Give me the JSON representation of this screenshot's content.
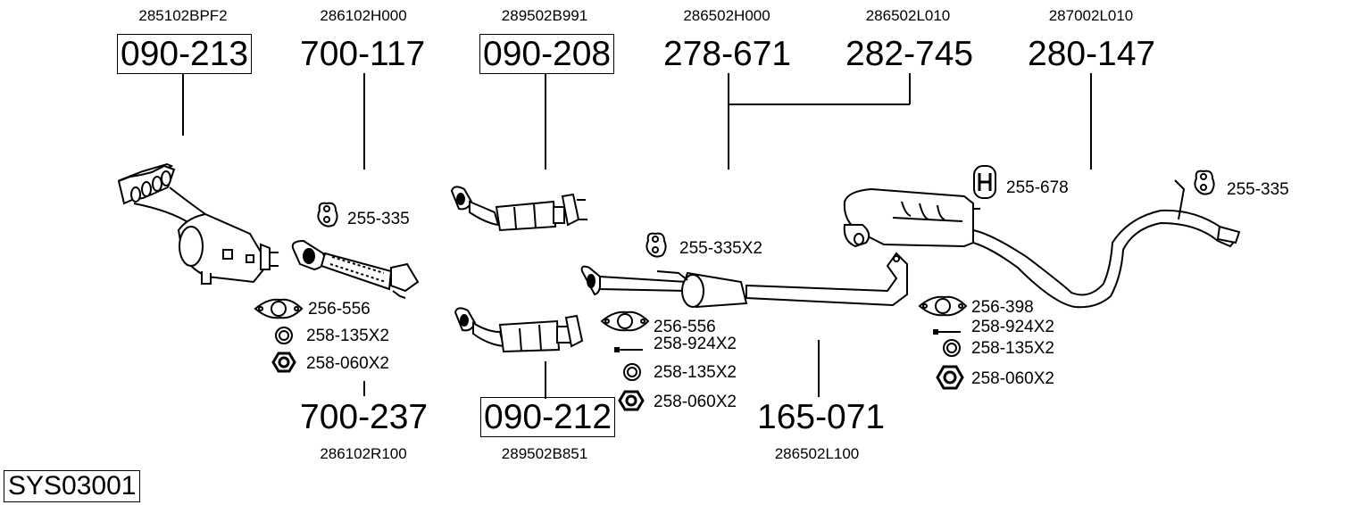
{
  "diagram": {
    "system_code": "SYS03001",
    "top_parts": [
      {
        "oem": "285102BPF2",
        "part": "090-213",
        "boxed": true
      },
      {
        "oem": "286102H000",
        "part": "700-117",
        "boxed": false
      },
      {
        "oem": "289502B991",
        "part": "090-208",
        "boxed": true
      },
      {
        "oem": "286502H000",
        "part": "278-671",
        "boxed": false
      },
      {
        "oem": "286502L010",
        "part": "282-745",
        "boxed": false
      },
      {
        "oem": "287002L010",
        "part": "280-147",
        "boxed": false
      }
    ],
    "bottom_parts": [
      {
        "oem": "286102R100",
        "part": "700-237",
        "boxed": false
      },
      {
        "oem": "289502B851",
        "part": "090-212",
        "boxed": true
      },
      {
        "oem": "286502L100",
        "part": "165-071",
        "boxed": false
      }
    ],
    "accessories": {
      "group_front_pipe": [
        {
          "icon": "rubber-hanger-icon",
          "label": "255-335"
        },
        {
          "icon": "flange-gasket-icon",
          "label": "256-556"
        },
        {
          "icon": "sealing-ring-icon",
          "label": "258-135X2"
        },
        {
          "icon": "hex-nut-icon",
          "label": "258-060X2"
        }
      ],
      "group_catalyst": [
        {
          "icon": "flange-gasket-icon",
          "label": "256-556"
        },
        {
          "icon": "bolt-icon",
          "label": "258-924X2"
        },
        {
          "icon": "sealing-ring-icon",
          "label": "258-135X2"
        },
        {
          "icon": "hex-nut-icon",
          "label": "258-060X2"
        }
      ],
      "group_center": [
        {
          "icon": "rubber-hanger-icon",
          "label": "255-335X2"
        }
      ],
      "group_rear_muffler": [
        {
          "icon": "h-hanger-icon",
          "label": "255-678"
        }
      ],
      "group_tailpipe": [
        {
          "icon": "rubber-hanger-icon",
          "label": "255-335"
        }
      ],
      "group_rear_joint": [
        {
          "icon": "flange-gasket-icon",
          "label": "256-398"
        },
        {
          "icon": "bolt-icon",
          "label": "258-924X2"
        },
        {
          "icon": "sealing-ring-icon",
          "label": "258-135X2"
        },
        {
          "icon": "hex-nut-icon",
          "label": "258-060X2"
        }
      ]
    }
  }
}
